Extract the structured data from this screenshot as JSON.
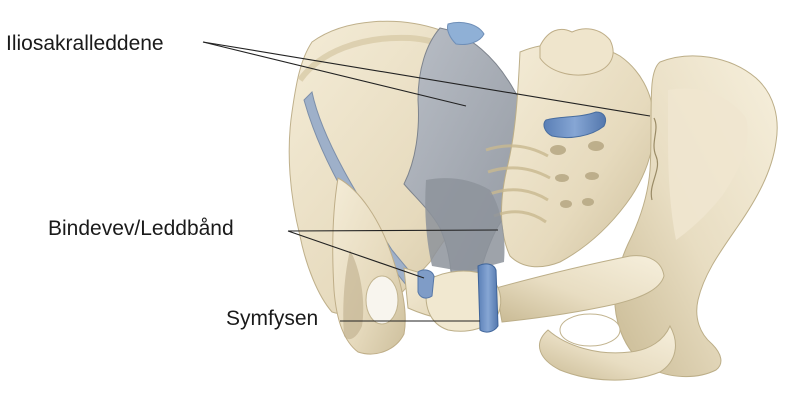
{
  "labels": {
    "sacroiliac_joints": "Iliosakralleddene",
    "connective_tissue": "Bindevev/Leddbånd",
    "symphysis": "Symfysen"
  },
  "colors": {
    "bone": "#e9dfc6",
    "bone_shadow": "#cbbd98",
    "ligament": "#a9aeb6",
    "cartilage_blue": "#6f93c6",
    "leader_line": "#222222"
  }
}
